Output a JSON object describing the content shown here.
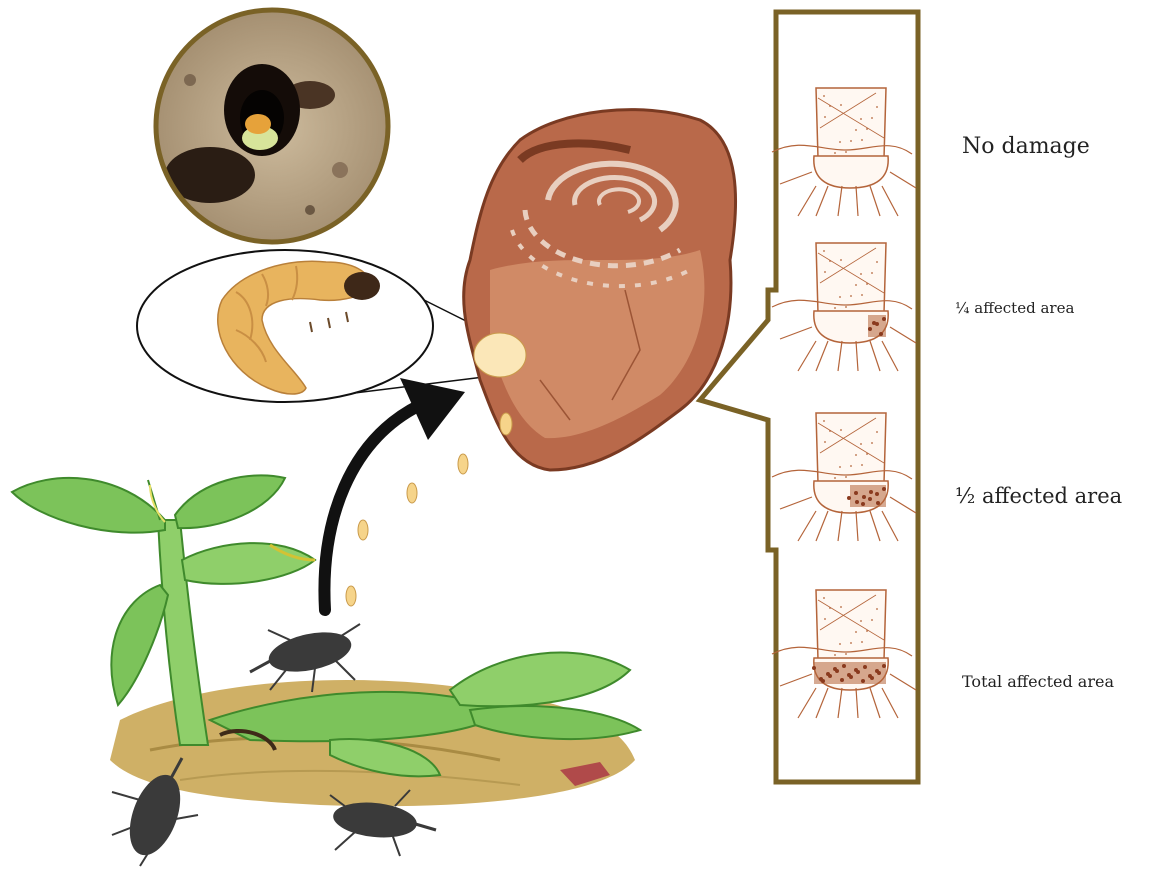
{
  "diagram": {
    "damage_scale": {
      "levels": [
        {
          "label": "No damage",
          "severity": 0
        },
        {
          "label": "¼ affected area",
          "severity": 0.25
        },
        {
          "label": "½ affected area",
          "severity": 0.5
        },
        {
          "label": "Total affected area",
          "severity": 1.0
        }
      ]
    },
    "colors": {
      "corm": "#b9694a",
      "corm_inner": "#d08a66",
      "corm_dark": "#7a3a22",
      "frame": "#7a6226",
      "egg": "#f6d48a",
      "larva": "#e8b45e",
      "weevil": "#3a3a3a",
      "leaf": "#7cc35a",
      "leaf_dark": "#3f8a2c",
      "soil": "#cfb066",
      "sketch": "#b4643a"
    },
    "icons": [
      "photo-burrow",
      "larva",
      "corm",
      "weevil",
      "banana-plant",
      "damage-sketch"
    ]
  }
}
